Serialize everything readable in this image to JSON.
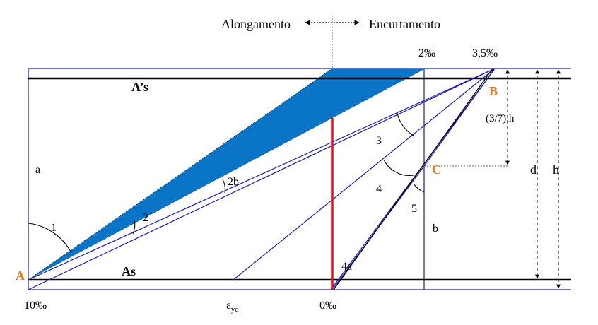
{
  "diagram": {
    "direction_labels": {
      "left": "Alongamento",
      "right": "Encurtamento"
    },
    "strain_labels": {
      "top_2": "2‰",
      "top_35": "3,5‰",
      "bottom_10": "10‰",
      "bottom_0": "0‰",
      "eps_symbol": "ε",
      "eps_sub": "yd"
    },
    "reinforcement_labels": {
      "top": "A’s",
      "bottom": "As"
    },
    "point_labels": {
      "A": "A",
      "B": "B",
      "C": "C"
    },
    "domain_labels": {
      "a": "a",
      "b": "b",
      "d1": "1",
      "d2": "2",
      "d2b": "2b",
      "d3": "3",
      "d4": "4",
      "d4a": "4a",
      "d5": "5"
    },
    "dimension_labels": {
      "fraction": "(3/7).h",
      "d": "d",
      "h": "h"
    },
    "colors": {
      "line": "#1c1ca6",
      "fill": "#0a74c6",
      "neutral_axis": "#e0101a",
      "point_label": "#e87722",
      "black": "#000000"
    }
  }
}
